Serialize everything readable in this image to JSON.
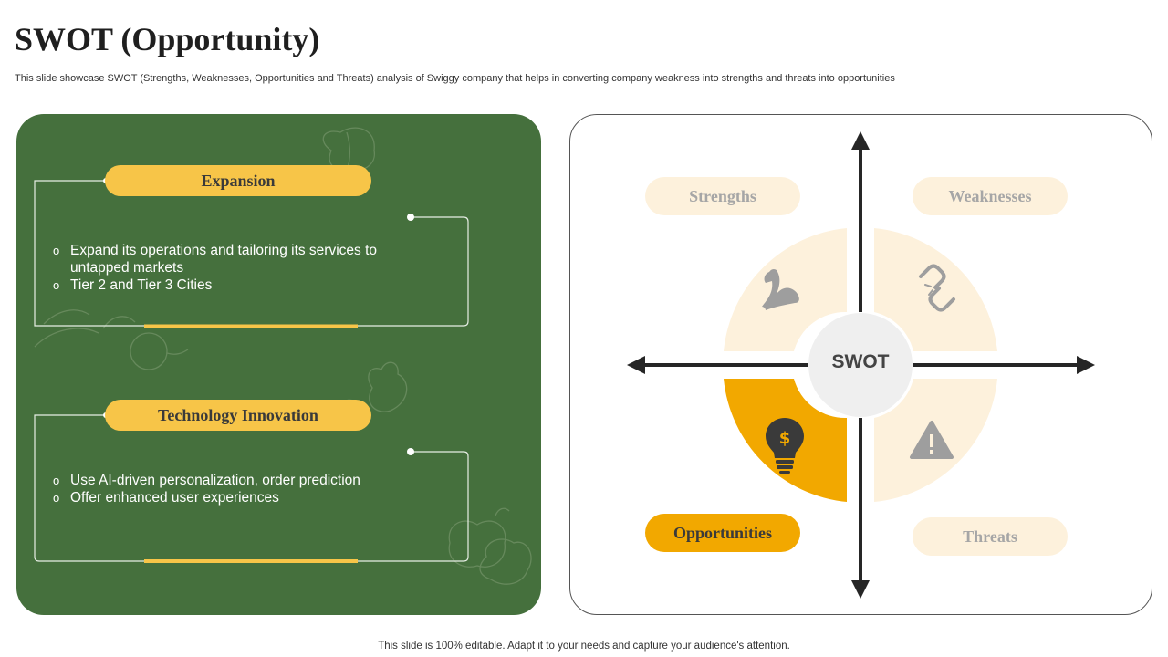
{
  "header": {
    "title": "SWOT (Opportunity)",
    "subtitle": "This slide showcase SWOT (Strengths, Weaknesses, Opportunities and Threats) analysis of Swiggy company that helps in converting company weakness into strengths and threats into opportunities"
  },
  "opportunities": [
    {
      "heading": "Expansion",
      "bullets": [
        "Expand its operations and tailoring its services to untapped markets",
        "Tier 2 and Tier 3 Cities"
      ]
    },
    {
      "heading": "Technology Innovation",
      "bullets": [
        "Use AI-driven personalization, order prediction",
        "Offer enhanced user experiences"
      ]
    }
  ],
  "swot": {
    "center": "SWOT",
    "quadrants": {
      "strengths": {
        "label": "Strengths",
        "icon": "flexed-arm-icon",
        "active": false
      },
      "weaknesses": {
        "label": "Weaknesses",
        "icon": "broken-link-icon",
        "active": false
      },
      "opportunities": {
        "label": "Opportunities",
        "icon": "lightbulb-dollar-icon",
        "active": true
      },
      "threats": {
        "label": "Threats",
        "icon": "warning-icon",
        "active": false
      }
    }
  },
  "colors": {
    "green_panel": "#45703d",
    "accent_yellow": "#f7c548",
    "active_orange": "#f2a800",
    "faded_cream": "#fdf1dc"
  },
  "footer": "This slide is 100% editable. Adapt it to your needs and capture your audience's attention."
}
